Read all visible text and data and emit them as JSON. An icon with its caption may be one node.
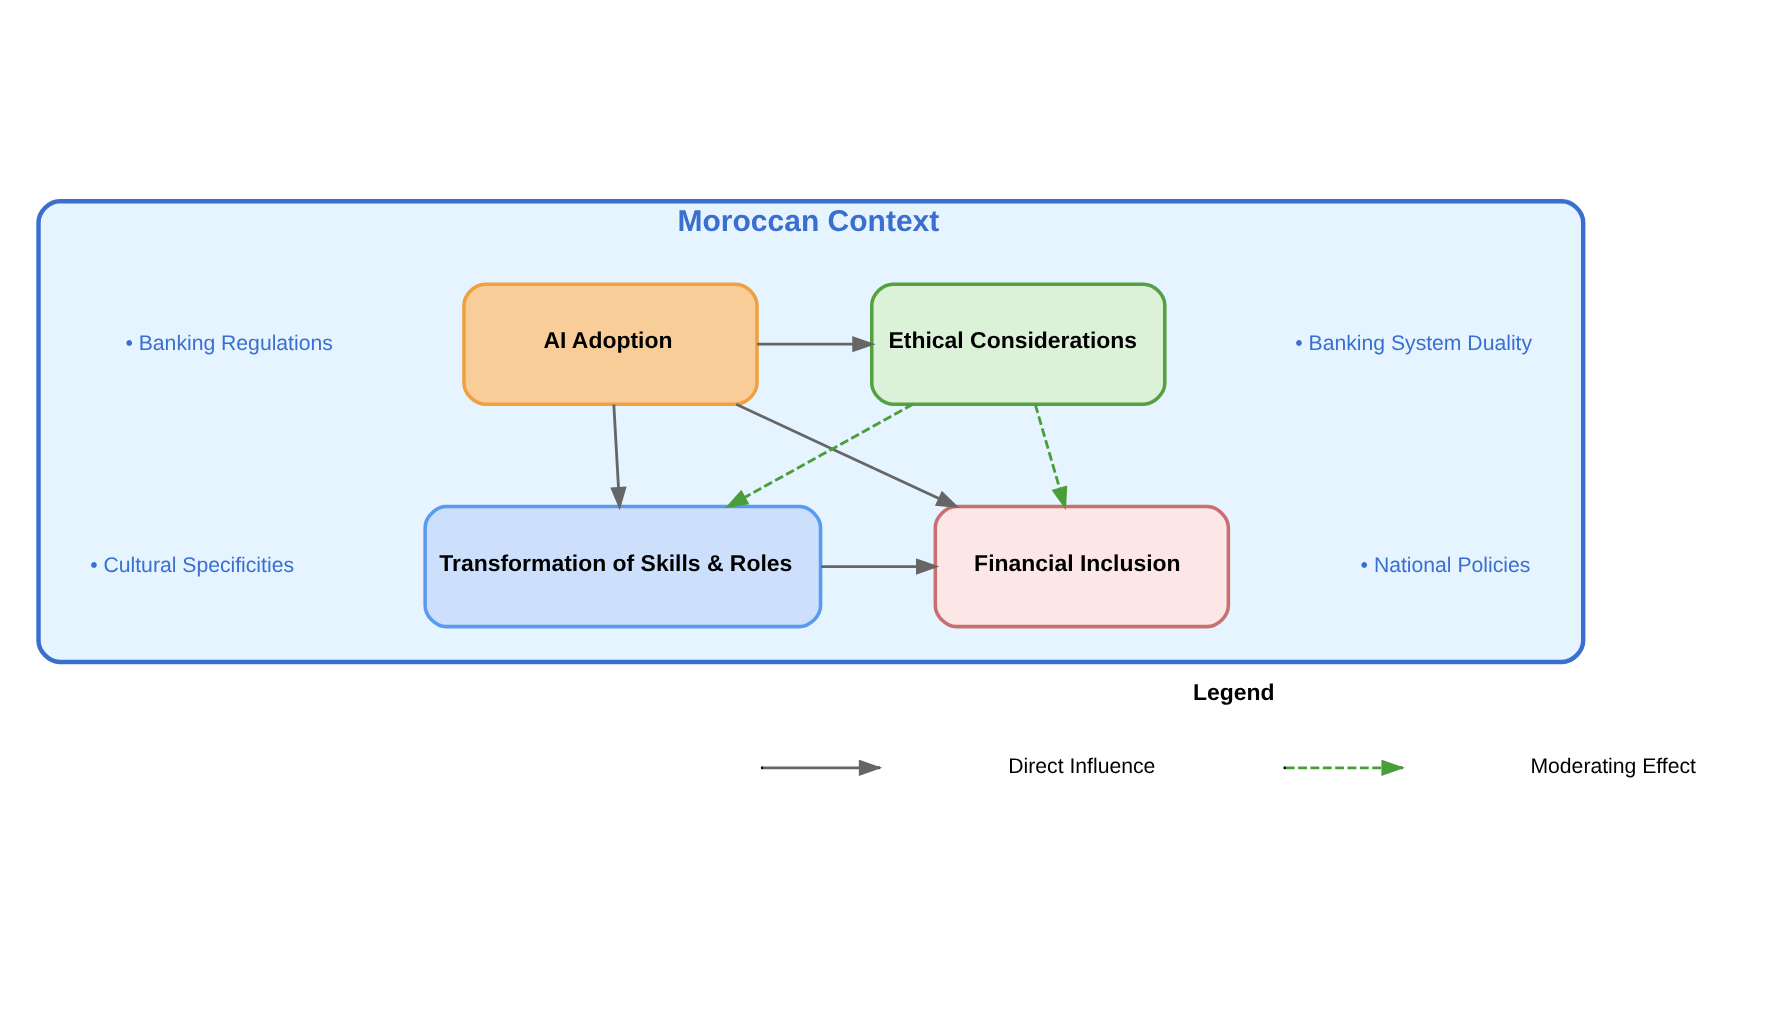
{
  "diagram": {
    "nodes": [
      {
        "text": [
          "Moroccan Context"
        ]
      },
      {
        "text": [
          "AI Adoption"
        ],
        "in": 0
      },
      {
        "text": [
          "Ethical Considerations"
        ],
        "in": 0
      },
      {
        "text": [
          "Transformation of Skills & Roles"
        ],
        "in": 0
      },
      {
        "text": [
          "Financial Inclusion"
        ],
        "in": 0
      }
    ],
    "edges": [
      {
        "from": 1,
        "to": 2,
        "arrow": "to"
      },
      {
        "from": 1,
        "to": 3,
        "arrow": "to"
      },
      {
        "from": 1,
        "to": 4,
        "arrow": "to"
      },
      {
        "from": 2,
        "to": 3,
        "arrow": "to",
        "style": "dashed",
        "color": "#4a9e3a"
      },
      {
        "from": 2,
        "to": 4,
        "arrow": "to",
        "style": "dashed",
        "color": "#4a9e3a"
      },
      {
        "from": 3,
        "to": 4,
        "arrow": "to"
      }
    ],
    "labels": [
      "• Banking Regulations",
      "• Banking System Duality",
      "• Cultural Specificities",
      "• National Policies",
      "Legend"
    ],
    "legend": [
      {
        "text": "Direct Influence"
      },
      {
        "text": "Moderating Effect"
      }
    ]
  }
}
